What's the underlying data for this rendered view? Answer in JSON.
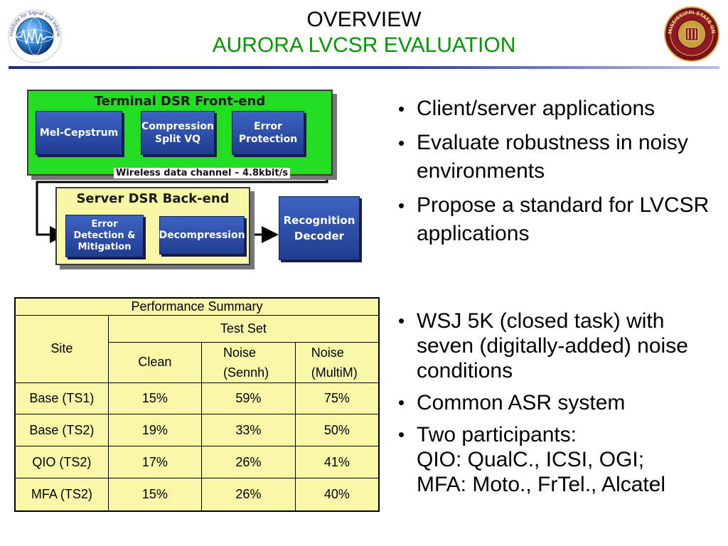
{
  "header": {
    "title": "OVERVIEW",
    "subtitle": "AURORA LVCSR EVALUATION"
  },
  "logos": {
    "left_icon": "globe-signal-logo",
    "left_text": "Institute for Signal and Information Processing",
    "right_icon": "university-seal-logo",
    "right_text": "MISSISSIPPI STATE UNIVERSITY"
  },
  "diagram": {
    "frontend_title": "Terminal DSR Front-end",
    "mel_cepstrum": "Mel-Cepstrum",
    "compression_line1": "Compression",
    "compression_line2": "Split VQ",
    "error_protection_line1": "Error",
    "error_protection_line2": "Protection",
    "channel_label": "Wireless data channel – 4.8kbit/s",
    "backend_title": "Server DSR Back-end",
    "error_detection_line1": "Error",
    "error_detection_line2": "Detection &",
    "error_detection_line3": "Mitigation",
    "decompression": "Decompression",
    "recognition_line1": "Recognition",
    "recognition_line2": "Decoder",
    "colors": {
      "frontend": "#22dd22",
      "backend": "#f7f7a6",
      "block": "#2a4ca8"
    }
  },
  "bullets_top": [
    {
      "text": "Client/server applications"
    },
    {
      "text": "Evaluate robustness in noisy environments"
    },
    {
      "text": "Propose a standard for LVCSR applications"
    }
  ],
  "bullets_bottom": [
    {
      "text": "WSJ 5K (closed task) with seven (digitally-added) noise conditions"
    },
    {
      "text": "Common ASR system"
    },
    {
      "text": "Two participants:",
      "line2": "QIO: QualC., ICSI, OGI;",
      "line3": "MFA: Moto., FrTel., Alcatel"
    }
  ],
  "table": {
    "caption": "Performance Summary",
    "site_header": "Site",
    "testset_header": "Test Set",
    "col_clean": "Clean",
    "col_noise_sennh_1": "Noise",
    "col_noise_sennh_2": "(Sennh)",
    "col_noise_multim_1": "Noise",
    "col_noise_multim_2": "(MultiM)",
    "rows": [
      {
        "site": "Base (TS1)",
        "clean": "15%",
        "sennh": "59%",
        "multim": "75%"
      },
      {
        "site": "Base (TS2)",
        "clean": "19%",
        "sennh": "33%",
        "multim": "50%"
      },
      {
        "site": "QIO (TS2)",
        "clean": "17%",
        "sennh": "26%",
        "multim": "41%"
      },
      {
        "site": "MFA (TS2)",
        "clean": "15%",
        "sennh": "26%",
        "multim": "40%"
      }
    ],
    "bg_color": "#f8f8a8"
  }
}
